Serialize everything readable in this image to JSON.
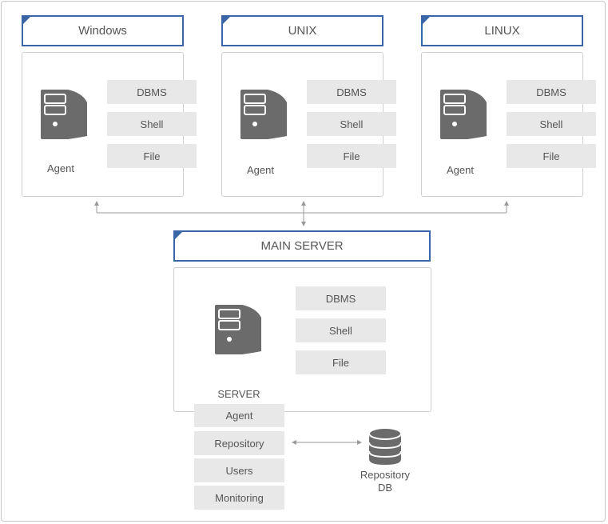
{
  "groups": [
    {
      "title": "Windows",
      "agent_label": "Agent",
      "modules": [
        "DBMS",
        "Shell",
        "File"
      ]
    },
    {
      "title": "UNIX",
      "agent_label": "Agent",
      "modules": [
        "DBMS",
        "Shell",
        "File"
      ]
    },
    {
      "title": "LINUX",
      "agent_label": "Agent",
      "modules": [
        "DBMS",
        "Shell",
        "File"
      ]
    }
  ],
  "main": {
    "title": "MAIN SERVER",
    "server_label": "SERVER",
    "modules": [
      "DBMS",
      "Shell",
      "File"
    ],
    "components": [
      "Agent",
      "Repository",
      "Users",
      "Monitoring"
    ]
  },
  "repository_db": {
    "line1": "Repository",
    "line2": "DB"
  },
  "colors": {
    "accent": "#3a66a8",
    "icon": "#6b6b6b",
    "chip": "#e8e8e8",
    "arrow": "#999999"
  },
  "icons": [
    "server-icon",
    "database-icon"
  ]
}
